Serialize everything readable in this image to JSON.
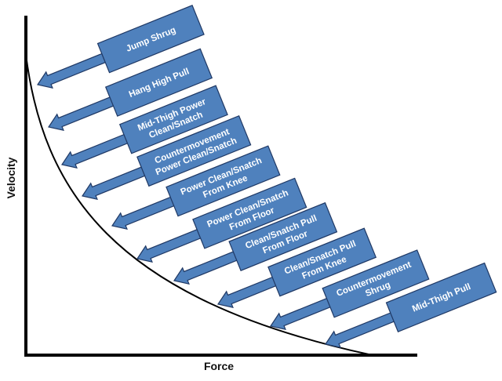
{
  "axes": {
    "x_label": "Force",
    "y_label": "Velocity"
  },
  "colors": {
    "box_fill": "#4f81bd",
    "box_stroke": "#1f3864",
    "axis": "#000000",
    "curve": "#000000"
  },
  "exercises": [
    {
      "lines": [
        "Jump Shrug"
      ]
    },
    {
      "lines": [
        "Hang High Pull"
      ]
    },
    {
      "lines": [
        "Mid-Thigh Power",
        "Clean/Snatch"
      ]
    },
    {
      "lines": [
        "Countermovement",
        "Power Clean/Snatch"
      ]
    },
    {
      "lines": [
        "Power Clean/Snatch",
        "From Knee"
      ]
    },
    {
      "lines": [
        "Power Clean/Snatch",
        "From Floor"
      ]
    },
    {
      "lines": [
        "Clean/Snatch Pull",
        "From Floor"
      ]
    },
    {
      "lines": [
        "Clean/Snatch Pull",
        "From Knee"
      ]
    },
    {
      "lines": [
        "Countermovement",
        "Shrug"
      ]
    },
    {
      "lines": [
        "Mid-Thigh Pull"
      ]
    }
  ]
}
